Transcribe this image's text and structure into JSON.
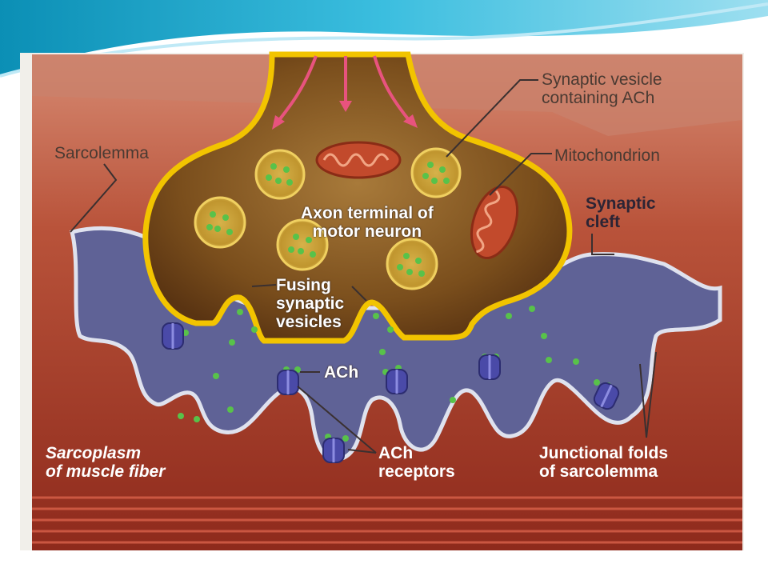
{
  "labels": {
    "synaptic_vesicle": [
      "Synaptic vesicle",
      "containing ACh"
    ],
    "mitochondrion": "Mitochondrion",
    "sarcolemma": "Sarcolemma",
    "synaptic_cleft": [
      "Synaptic",
      "cleft"
    ],
    "axon_terminal": [
      "Axon terminal of",
      "motor neuron"
    ],
    "fusing_vesicles": [
      "Fusing",
      "synaptic",
      "vesicles"
    ],
    "ach": "ACh",
    "ach_receptors": [
      "ACh",
      "receptors"
    ],
    "sarcoplasm": [
      "Sarcoplasm",
      "of muscle fiber"
    ],
    "junctional_folds": [
      "Junctional folds",
      "of sarcolemma"
    ]
  },
  "colors": {
    "slide_banner": "#1aa6c9",
    "muscle": "#b5482e",
    "cleft": "#5e6196",
    "axon_terminal": "#8a5a1e",
    "membrane": "#f2c400",
    "mitochondrion": "#c24a2c",
    "receptor": "#4a4aa8",
    "ach": "#58c24a",
    "arrows": "#e8537e"
  }
}
